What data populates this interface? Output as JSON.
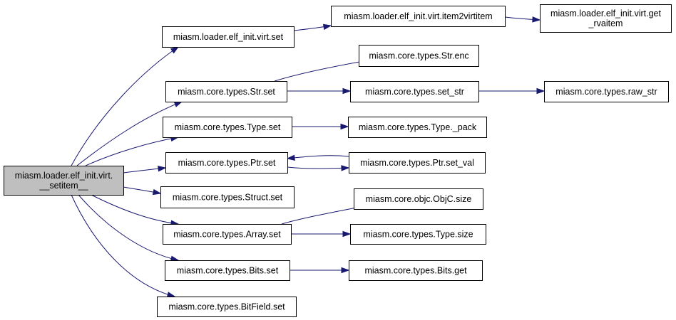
{
  "graph": {
    "nodes": [
      {
        "id": "root",
        "lines": [
          "miasm.loader.elf_init.virt.",
          "__setitem__"
        ],
        "root": true
      },
      {
        "id": "virt_set",
        "lines": [
          "miasm.loader.elf_init.virt.set"
        ]
      },
      {
        "id": "item2virtitem",
        "lines": [
          "miasm.loader.elf_init.virt.item2virtitem"
        ]
      },
      {
        "id": "get_rvaitem",
        "lines": [
          "miasm.loader.elf_init.virt.get",
          "_rvaitem"
        ]
      },
      {
        "id": "str_set",
        "lines": [
          "miasm.core.types.Str.set"
        ]
      },
      {
        "id": "str_enc",
        "lines": [
          "miasm.core.types.Str.enc"
        ]
      },
      {
        "id": "set_str",
        "lines": [
          "miasm.core.types.set_str"
        ]
      },
      {
        "id": "raw_str",
        "lines": [
          "miasm.core.types.raw_str"
        ]
      },
      {
        "id": "type_set",
        "lines": [
          "miasm.core.types.Type.set"
        ]
      },
      {
        "id": "type_pack",
        "lines": [
          "miasm.core.types.Type._pack"
        ]
      },
      {
        "id": "ptr_set",
        "lines": [
          "miasm.core.types.Ptr.set"
        ]
      },
      {
        "id": "ptr_set_val",
        "lines": [
          "miasm.core.types.Ptr.set_val"
        ]
      },
      {
        "id": "struct_set",
        "lines": [
          "miasm.core.types.Struct.set"
        ]
      },
      {
        "id": "array_set",
        "lines": [
          "miasm.core.types.Array.set"
        ]
      },
      {
        "id": "objc_size",
        "lines": [
          "miasm.core.objc.ObjC.size"
        ]
      },
      {
        "id": "type_size",
        "lines": [
          "miasm.core.types.Type.size"
        ]
      },
      {
        "id": "bits_set",
        "lines": [
          "miasm.core.types.Bits.set"
        ]
      },
      {
        "id": "bits_get",
        "lines": [
          "miasm.core.types.Bits.get"
        ]
      },
      {
        "id": "bitfield_set",
        "lines": [
          "miasm.core.types.BitField.set"
        ]
      }
    ],
    "edges": [
      {
        "from": "root",
        "to": "virt_set"
      },
      {
        "from": "root",
        "to": "str_set"
      },
      {
        "from": "root",
        "to": "type_set"
      },
      {
        "from": "root",
        "to": "ptr_set"
      },
      {
        "from": "root",
        "to": "struct_set"
      },
      {
        "from": "root",
        "to": "array_set"
      },
      {
        "from": "root",
        "to": "bits_set"
      },
      {
        "from": "root",
        "to": "bitfield_set"
      },
      {
        "from": "virt_set",
        "to": "item2virtitem"
      },
      {
        "from": "item2virtitem",
        "to": "get_rvaitem"
      },
      {
        "from": "str_set",
        "to": "str_enc"
      },
      {
        "from": "str_set",
        "to": "set_str"
      },
      {
        "from": "set_str",
        "to": "raw_str"
      },
      {
        "from": "type_set",
        "to": "type_pack"
      },
      {
        "from": "ptr_set",
        "to": "ptr_set_val"
      },
      {
        "from": "ptr_set_val",
        "to": "ptr_set"
      },
      {
        "from": "array_set",
        "to": "objc_size"
      },
      {
        "from": "array_set",
        "to": "type_size"
      },
      {
        "from": "bits_set",
        "to": "bits_get"
      }
    ]
  }
}
